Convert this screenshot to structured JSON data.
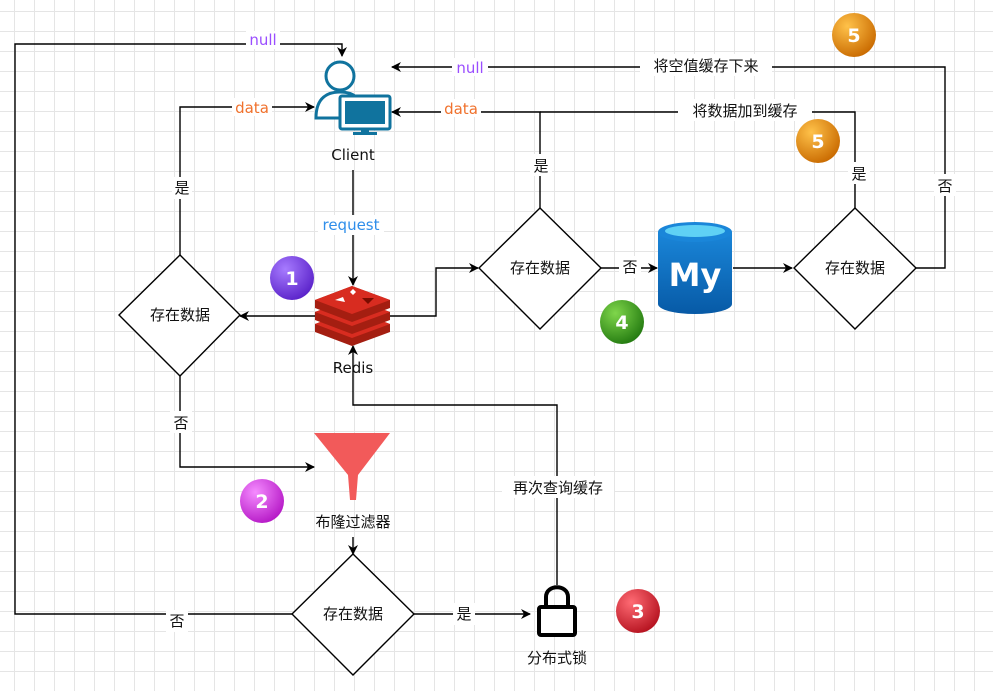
{
  "nodes": {
    "client": "Client",
    "redis": "Redis",
    "bloom_filter": "布隆过滤器",
    "lock": "分布式锁",
    "mysql_logo": "My"
  },
  "decisions": {
    "left": "存在数据",
    "center": "存在数据",
    "right": "存在数据",
    "bottom": "存在数据"
  },
  "edges": {
    "null_top": "null",
    "null_right": "null",
    "data_left": "data",
    "data_right": "data",
    "request": "request",
    "yes_left": "是",
    "no_left": "否",
    "yes_center": "是",
    "no_center": "否",
    "yes_right": "是",
    "no_right": "否",
    "yes_bottom": "是",
    "no_bottom": "否",
    "cache_null": "将空值缓存下来",
    "cache_data": "将数据加到缓存",
    "requery": "再次查询缓存"
  },
  "badges": {
    "b1": "1",
    "b2": "2",
    "b3": "3",
    "b4": "4",
    "b5_top": "5",
    "b5_mid": "5"
  },
  "colors": {
    "user_icon": "#10739e",
    "redis": "#c7201f",
    "funnel": "#f25a5a",
    "mysql": "#0a6fc2",
    "badge1": "#7a3fe0",
    "badge2": "#d63fe0",
    "badge3": "#d92a3a",
    "badge4": "#3c9c22",
    "badge5": "#e88a00"
  }
}
